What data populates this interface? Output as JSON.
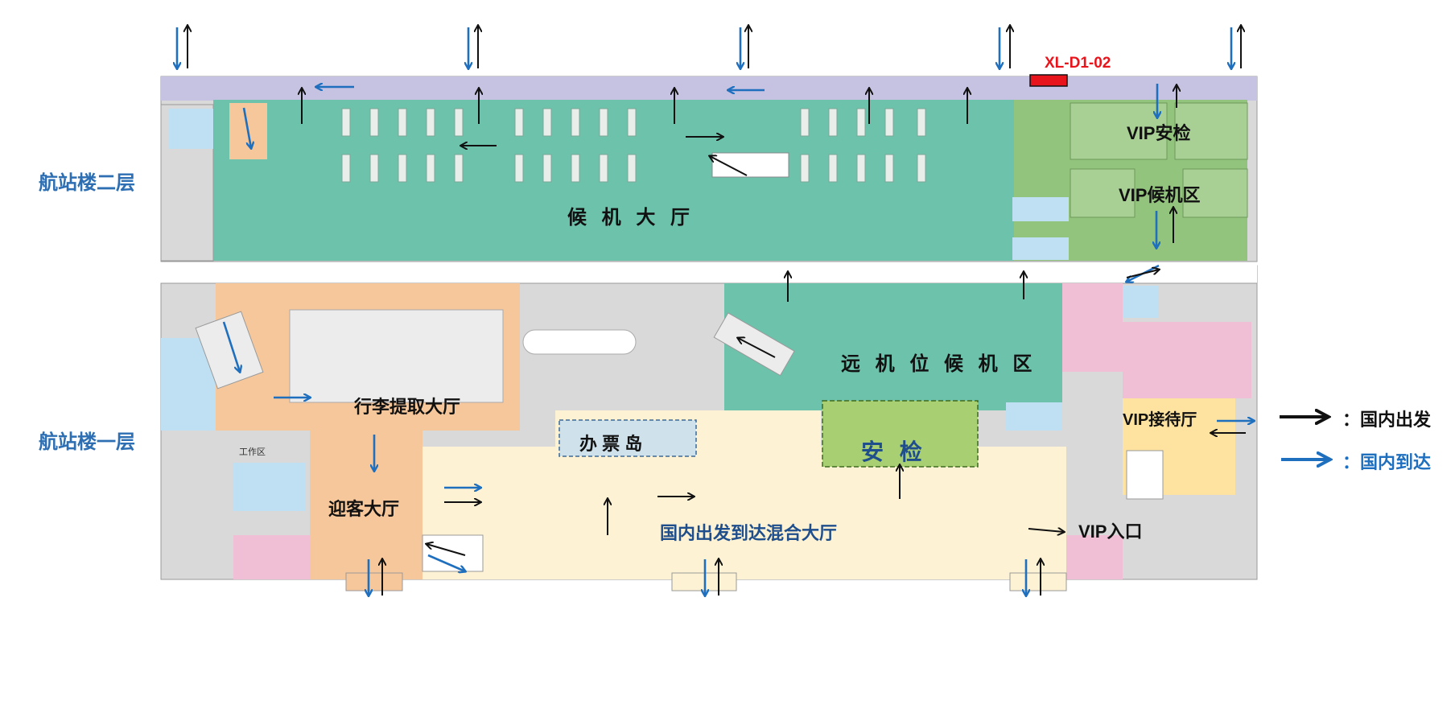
{
  "floors": {
    "upper": "航站楼二层",
    "lower": "航站楼一层"
  },
  "areas": {
    "departure_hall": "候 机 大 厅",
    "vip_security": "VIP安检",
    "vip_lounge": "VIP候机区",
    "remote_gate_lounge": "远 机 位 候 机 区",
    "baggage_claim": "行李提取大厅",
    "ticket_island": "办  票  岛",
    "security": "安  检",
    "vip_reception": "VIP接待厅",
    "greeting_hall": "迎客大厅",
    "mixed_hall": "国内出发到达混合大厅",
    "vip_entrance": "VIP入口",
    "work_area": "工作区"
  },
  "ad_spot": {
    "code": "XL-D1-02",
    "color": "#e8141b"
  },
  "legend": {
    "departure": {
      "label": "：国内出发",
      "color": "#111111"
    },
    "arrival": {
      "label": "：国内到达",
      "color": "#1f6fbf"
    }
  },
  "colors": {
    "corridor": "#c6c2e2",
    "departure_green": "#6dc2ab",
    "vip_green": "#93c47d",
    "security_green": "#a9cf73",
    "orange": "#f6c79a",
    "cream": "#fdf2d3",
    "pink": "#f1bfd5",
    "grey": "#d9d9d9",
    "light_blue": "#bfe0f2",
    "yellow": "#fde2a0"
  }
}
